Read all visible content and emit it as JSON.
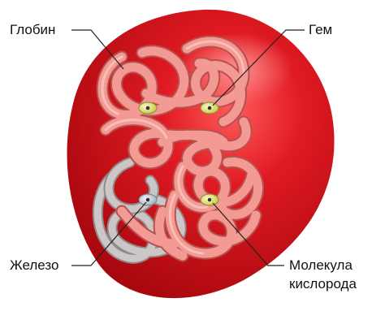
{
  "labels": {
    "globin": "Глобин",
    "heme": "Гем",
    "iron": "Железо",
    "oxygen_line1": "Молекула",
    "oxygen_line2": "кислорода"
  },
  "colors": {
    "cell": "#d9141b",
    "cell_dark": "#b00710",
    "globin_chain": "#f1928c",
    "globin_edge": "#c85a57",
    "gray_chain": "#c9c2c2",
    "heme_disc": "#e8ea8c",
    "iron_disc": "#d8e0e8",
    "leader": "#222222"
  }
}
